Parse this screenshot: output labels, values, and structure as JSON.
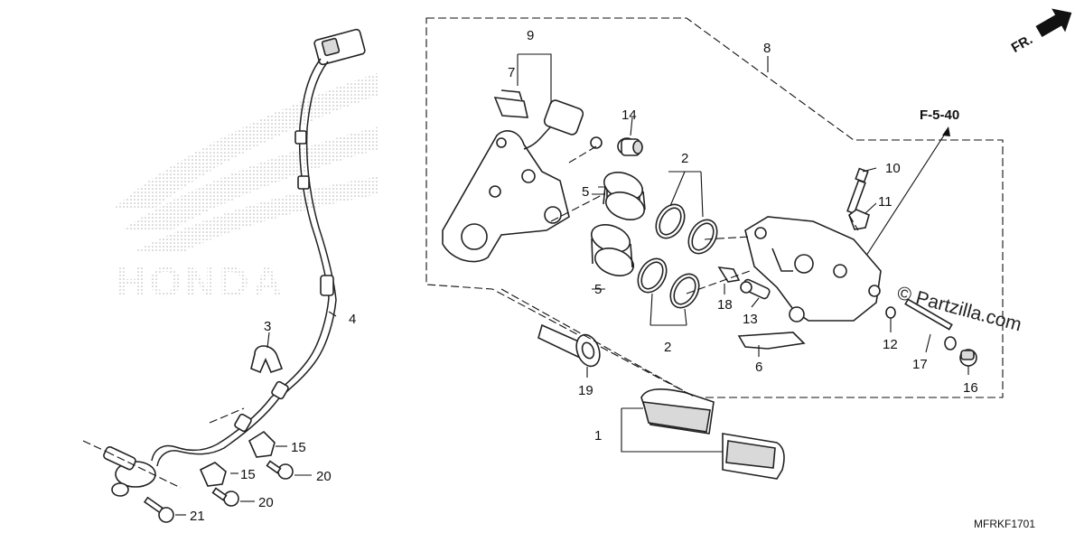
{
  "callouts": {
    "c1": "1",
    "c2a": "2",
    "c2b": "2",
    "c3": "3",
    "c4": "4",
    "c5a": "5",
    "c5b": "5",
    "c6": "6",
    "c7": "7",
    "c8": "8",
    "c9": "9",
    "c10": "10",
    "c11": "11",
    "c12": "12",
    "c13": "13",
    "c14": "14",
    "c15a": "15",
    "c15b": "15",
    "c16": "16",
    "c17": "17",
    "c18": "18",
    "c19": "19",
    "c20a": "20",
    "c20b": "20",
    "c21": "21"
  },
  "ref_section": "F-5-40",
  "front_marker": "FR.",
  "copyright": "© Partzilla.com",
  "diagram_code": "MFRKF1701",
  "watermark_brand": "HONDA"
}
